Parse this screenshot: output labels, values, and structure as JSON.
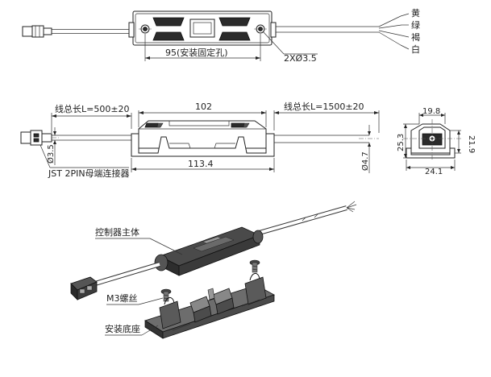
{
  "top_view": {
    "dim_hole_spacing": "95(安装固定孔)",
    "dim_holes": "2XØ3.5",
    "wire_colors": [
      "黄",
      "绿",
      "褐",
      "白"
    ]
  },
  "side_view": {
    "dim_left_cable": "线总长L=500±20",
    "dim_body_length": "102",
    "dim_right_cable": "线总长L=1500±20",
    "dim_connector_dia": "Ø3.5",
    "dim_base_length": "113.4",
    "dim_cable_dia": "Ø4.7",
    "connector_label": "JST 2PIN母端连接器"
  },
  "end_view": {
    "dim_top_width": "19.8",
    "dim_bottom_width": "24.1",
    "dim_total_height": "25.3",
    "dim_body_height": "21.9"
  },
  "exploded_view": {
    "label_controller": "控制器主体",
    "label_screw": "M3螺丝",
    "label_base": "安装底座"
  }
}
